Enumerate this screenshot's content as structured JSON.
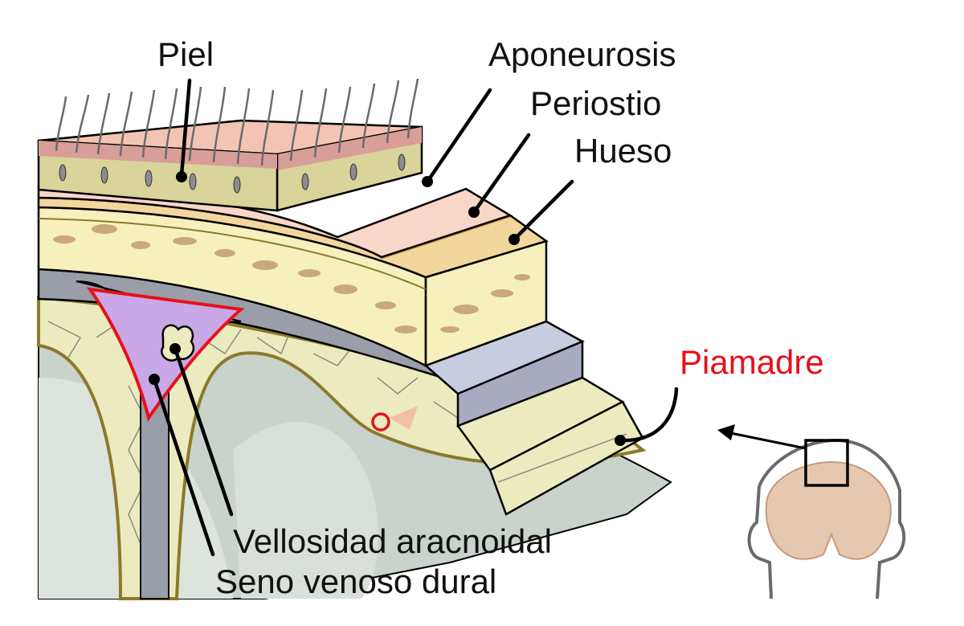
{
  "labels": {
    "piel": "Piel",
    "aponeurosis": "Aponeurosis",
    "periostio": "Periostio",
    "hueso": "Hueso",
    "piamadre": "Piamadre",
    "vellosidad": "Vellosidad aracnoidal",
    "seno": "Seno venoso dural"
  },
  "colors": {
    "skin": "#f2c4b4",
    "subcutaneous": "#d8d49a",
    "aponeurosis": "#f8d6c8",
    "periosteum": "#f2d69c",
    "bone": "#f6f0bc",
    "dura": "#c8cce0",
    "arachnoid": "#ecebc0",
    "brain": "#c9d3cc",
    "sinus": "#c8a8e6",
    "pia_label": "#e8101a"
  },
  "icons": {
    "inset": "brain-coronal-section-icon",
    "arrow": "arrow-left-icon"
  }
}
